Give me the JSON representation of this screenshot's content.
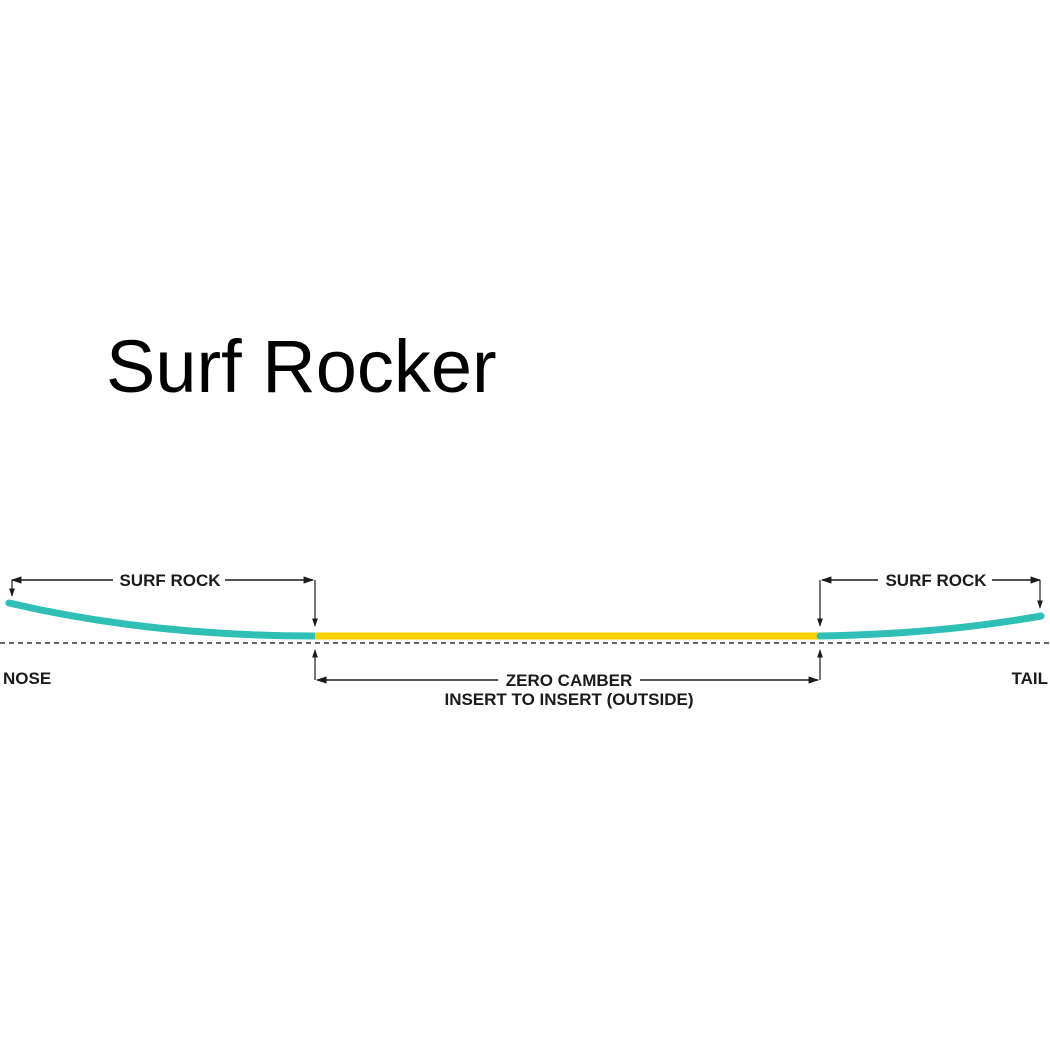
{
  "title": "Surf Rocker",
  "colors": {
    "rocker": "#2fbfb5",
    "camber": "#ffd200",
    "baseline": "#333333",
    "text": "#1b1b1b"
  },
  "diagram": {
    "labels": {
      "nose": "NOSE",
      "tail": "TAIL",
      "surf_rock_left": "SURF ROCK",
      "surf_rock_right": "SURF ROCK",
      "zero_camber": "ZERO CAMBER",
      "insert_to_insert": "INSERT TO INSERT (OUTSIDE)"
    },
    "segments": [
      {
        "name": "surf-rock-nose",
        "profile": "rocker"
      },
      {
        "name": "zero-camber",
        "profile": "flat"
      },
      {
        "name": "surf-rock-tail",
        "profile": "rocker"
      }
    ]
  }
}
